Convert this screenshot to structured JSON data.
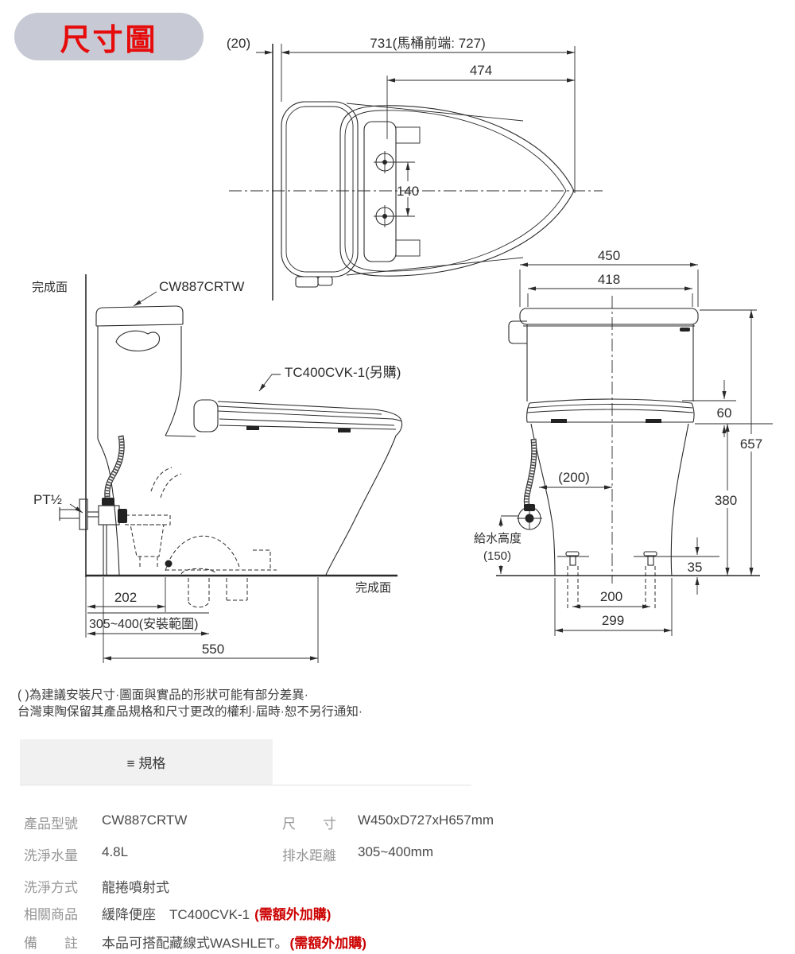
{
  "title": "尺寸圖",
  "top_view": {
    "dim_wall_gap": "(20)",
    "dim_overall_depth": "731(馬桶前端: 727)",
    "dim_seat_depth": "474",
    "dim_hinge_pitch": "140"
  },
  "side_view": {
    "wall_label": "完成面",
    "model_label": "CW887CRTW",
    "seat_label": "TC400CVK-1(另購)",
    "supply_thread_label": "PT½",
    "floor_label": "完成面",
    "dim_202": "202",
    "dim_rough_in": "305~400(安裝範圍)",
    "dim_550": "550"
  },
  "front_view": {
    "dim_450": "450",
    "dim_418": "418",
    "dim_60": "60",
    "dim_657": "657",
    "dim_380": "380",
    "dim_35": "35",
    "dim_supply_offset": "(200)",
    "supply_height_label": "給水高度",
    "supply_height_value": "(150)",
    "dim_bolt_pitch": "200",
    "dim_base_width": "299"
  },
  "notes": {
    "line1": "( )為建議安裝尺寸·圖面與實品的形狀可能有部分差異·",
    "line2": "台灣東陶保留其產品規格和尺寸更改的權利·屆時·恕不另行通知·"
  },
  "spec": {
    "header": "≡ 規格",
    "rows": [
      {
        "label": "產品型號",
        "value": "CW887CRTW",
        "label2": "尺　　寸",
        "value2": "W450xD727xH657mm"
      },
      {
        "label": "洗淨水量",
        "value": "4.8L",
        "label2": "排水距離",
        "value2": "305~400mm"
      },
      {
        "label": "洗淨方式",
        "value": "龍捲噴射式"
      },
      {
        "label": "相關商品",
        "value": "緩降便座　TC400CVK-1",
        "red": "(需額外加購)"
      },
      {
        "label": "備　　註",
        "value": "本品可搭配藏線式WASHLET。",
        "red": "(需額外加購)"
      }
    ]
  }
}
